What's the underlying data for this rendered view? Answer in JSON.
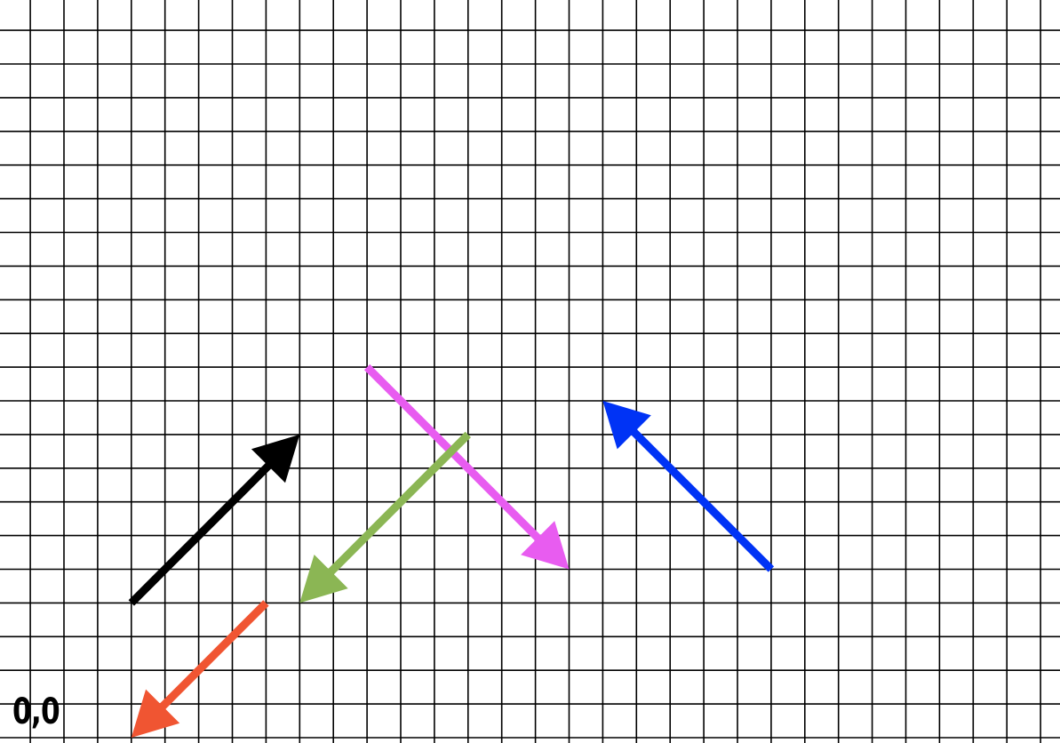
{
  "origin_label": "0,0",
  "grid": {
    "line_color": "#000000",
    "background": "#ffffff"
  },
  "vectors": [
    {
      "id": "black-arrow",
      "color": "#000000",
      "from": [
        2,
        4
      ],
      "to": [
        7,
        9
      ]
    },
    {
      "id": "magenta-arrow",
      "color": "#e85cf0",
      "from": [
        9,
        11
      ],
      "to": [
        15,
        5
      ]
    },
    {
      "id": "green-arrow",
      "color": "#8bb654",
      "from": [
        12,
        9
      ],
      "to": [
        7,
        4
      ]
    },
    {
      "id": "blue-arrow",
      "color": "#0033f5",
      "from": [
        21,
        5
      ],
      "to": [
        16,
        10
      ]
    },
    {
      "id": "orange-arrow",
      "color": "#f05532",
      "from": [
        6,
        4
      ],
      "to": [
        2,
        0
      ]
    }
  ]
}
